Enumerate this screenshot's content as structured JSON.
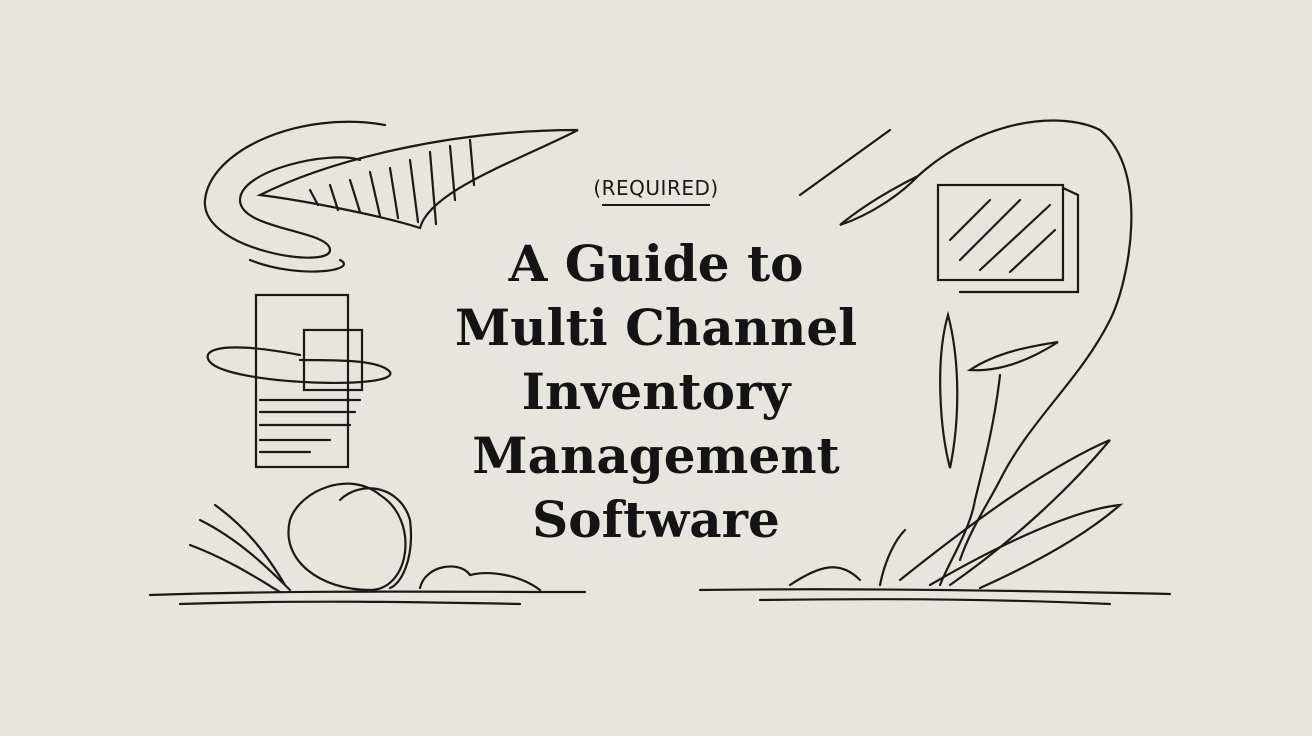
{
  "tag": "REQUIRED",
  "title_lines": [
    "A Guide to",
    "Multi Channel",
    "Inventory",
    "Management",
    "Software"
  ],
  "colors": {
    "background": "#e8e4de",
    "ink": "#141414"
  }
}
